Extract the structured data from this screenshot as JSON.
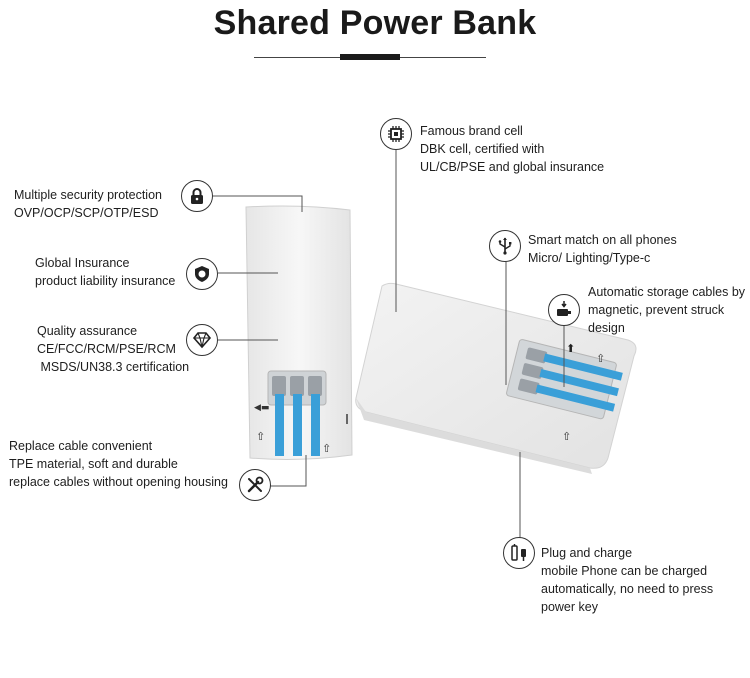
{
  "title": "Shared Power Bank",
  "features": {
    "security": {
      "icon": "lock-icon",
      "lines": [
        "Multiple security protection",
        "OVP/OCP/SCP/OTP/ESD"
      ]
    },
    "insurance": {
      "icon": "shield-icon",
      "lines": [
        "Global Insurance",
        "product liability insurance"
      ]
    },
    "quality": {
      "icon": "diamond-icon",
      "lines": [
        "Quality assurance",
        "CE/FCC/RCM/PSE/RCM",
        " MSDS/UN38.3 certification"
      ]
    },
    "replace": {
      "icon": "tools-icon",
      "lines": [
        "Replace cable convenient",
        "TPE material, soft and durable",
        "replace cables without opening housing"
      ]
    },
    "cell": {
      "icon": "chip-icon",
      "lines": [
        "Famous brand cell",
        "DBK cell, certified with",
        "UL/CB/PSE and global insurance"
      ]
    },
    "smart": {
      "icon": "usb-icon",
      "lines": [
        "Smart match on all phones",
        "Micro/ Lighting/Type-c"
      ]
    },
    "storage": {
      "icon": "magnet-cable-icon",
      "lines": [
        "Automatic storage cables by",
        "magnetic, prevent struck",
        "design"
      ]
    },
    "plug": {
      "icon": "plug-icon",
      "lines": [
        "Plug and charge",
        "mobile Phone can be charged",
        "automatically, no need to press",
        "power key"
      ]
    }
  },
  "colors": {
    "cable": "#3a9fd8",
    "body": "#f2f2f2",
    "line": "#555555"
  }
}
